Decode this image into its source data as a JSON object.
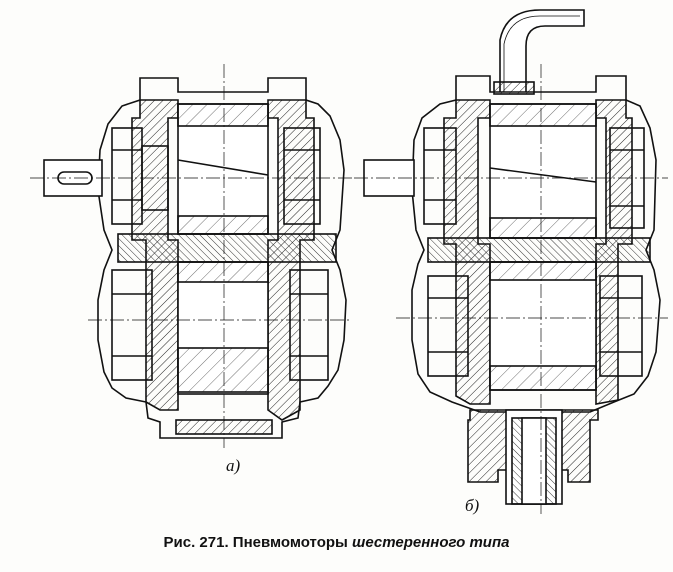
{
  "figure": {
    "view_a_label": "а)",
    "view_b_label": "б)",
    "caption": {
      "number": "Рис. 271.",
      "title_upright": "Пневмомоторы",
      "title_italic": "шестеренного типа"
    }
  }
}
